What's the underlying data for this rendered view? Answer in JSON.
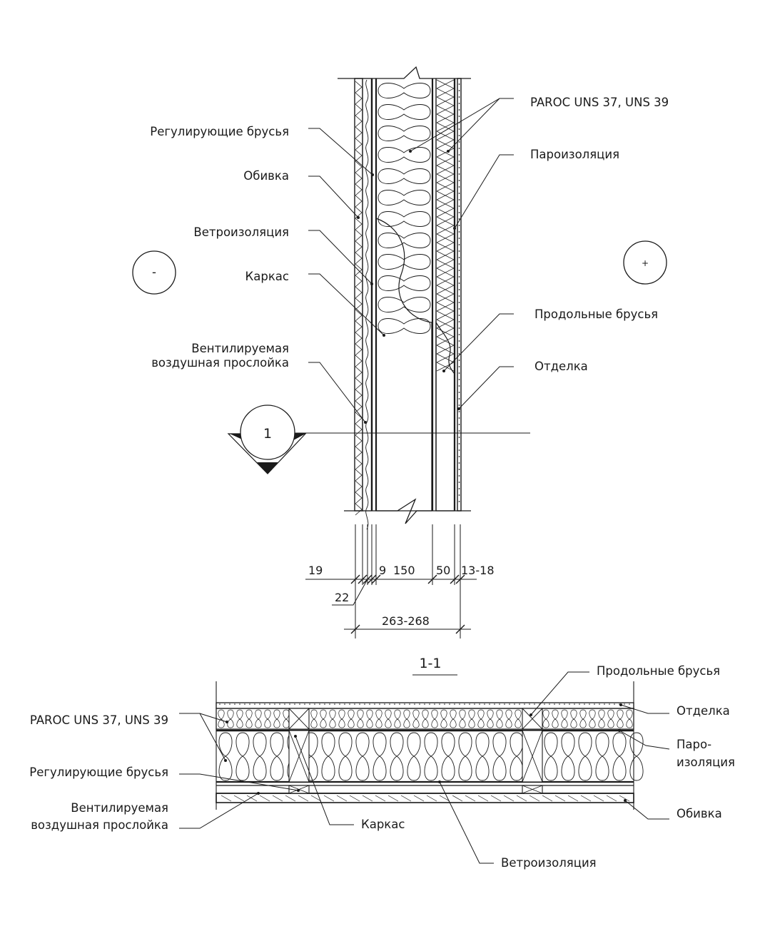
{
  "section": {
    "labels_left": {
      "regulating_battens": "Регулирующие брусья",
      "cladding": "Обивка",
      "wind_barrier": "Ветроизоляция",
      "frame": "Каркас",
      "ventilated_gap_1": "Вентилируемая",
      "ventilated_gap_2": "воздушная прослойка"
    },
    "labels_right": {
      "insulation": "PAROC UNS 37, UNS 39",
      "vapor_barrier": "Пароизоляция",
      "longitudinal_battens": "Продольные брусья",
      "finish": "Отделка"
    },
    "outside_sign": "-",
    "inside_sign": "+",
    "cut_mark": "1",
    "dimensions": {
      "d19": "19",
      "d22": "22",
      "d9": "9",
      "d150": "150",
      "d50": "50",
      "d13_18": "13-18",
      "total": "263-268"
    }
  },
  "plan": {
    "title": "1-1",
    "labels": {
      "longitudinal_battens": "Продольные брусья",
      "finish": "Отделка",
      "vapor_barrier_1": "Паро-",
      "vapor_barrier_2": "изоляция",
      "cladding": "Обивка",
      "insulation": "PAROC UNS 37, UNS 39",
      "regulating_battens": "Регулирующие брусья",
      "ventilated_gap_1": "Вентилируемая",
      "ventilated_gap_2": "воздушная прослойка",
      "frame": "Каркас",
      "wind_barrier": "Ветроизоляция"
    }
  }
}
